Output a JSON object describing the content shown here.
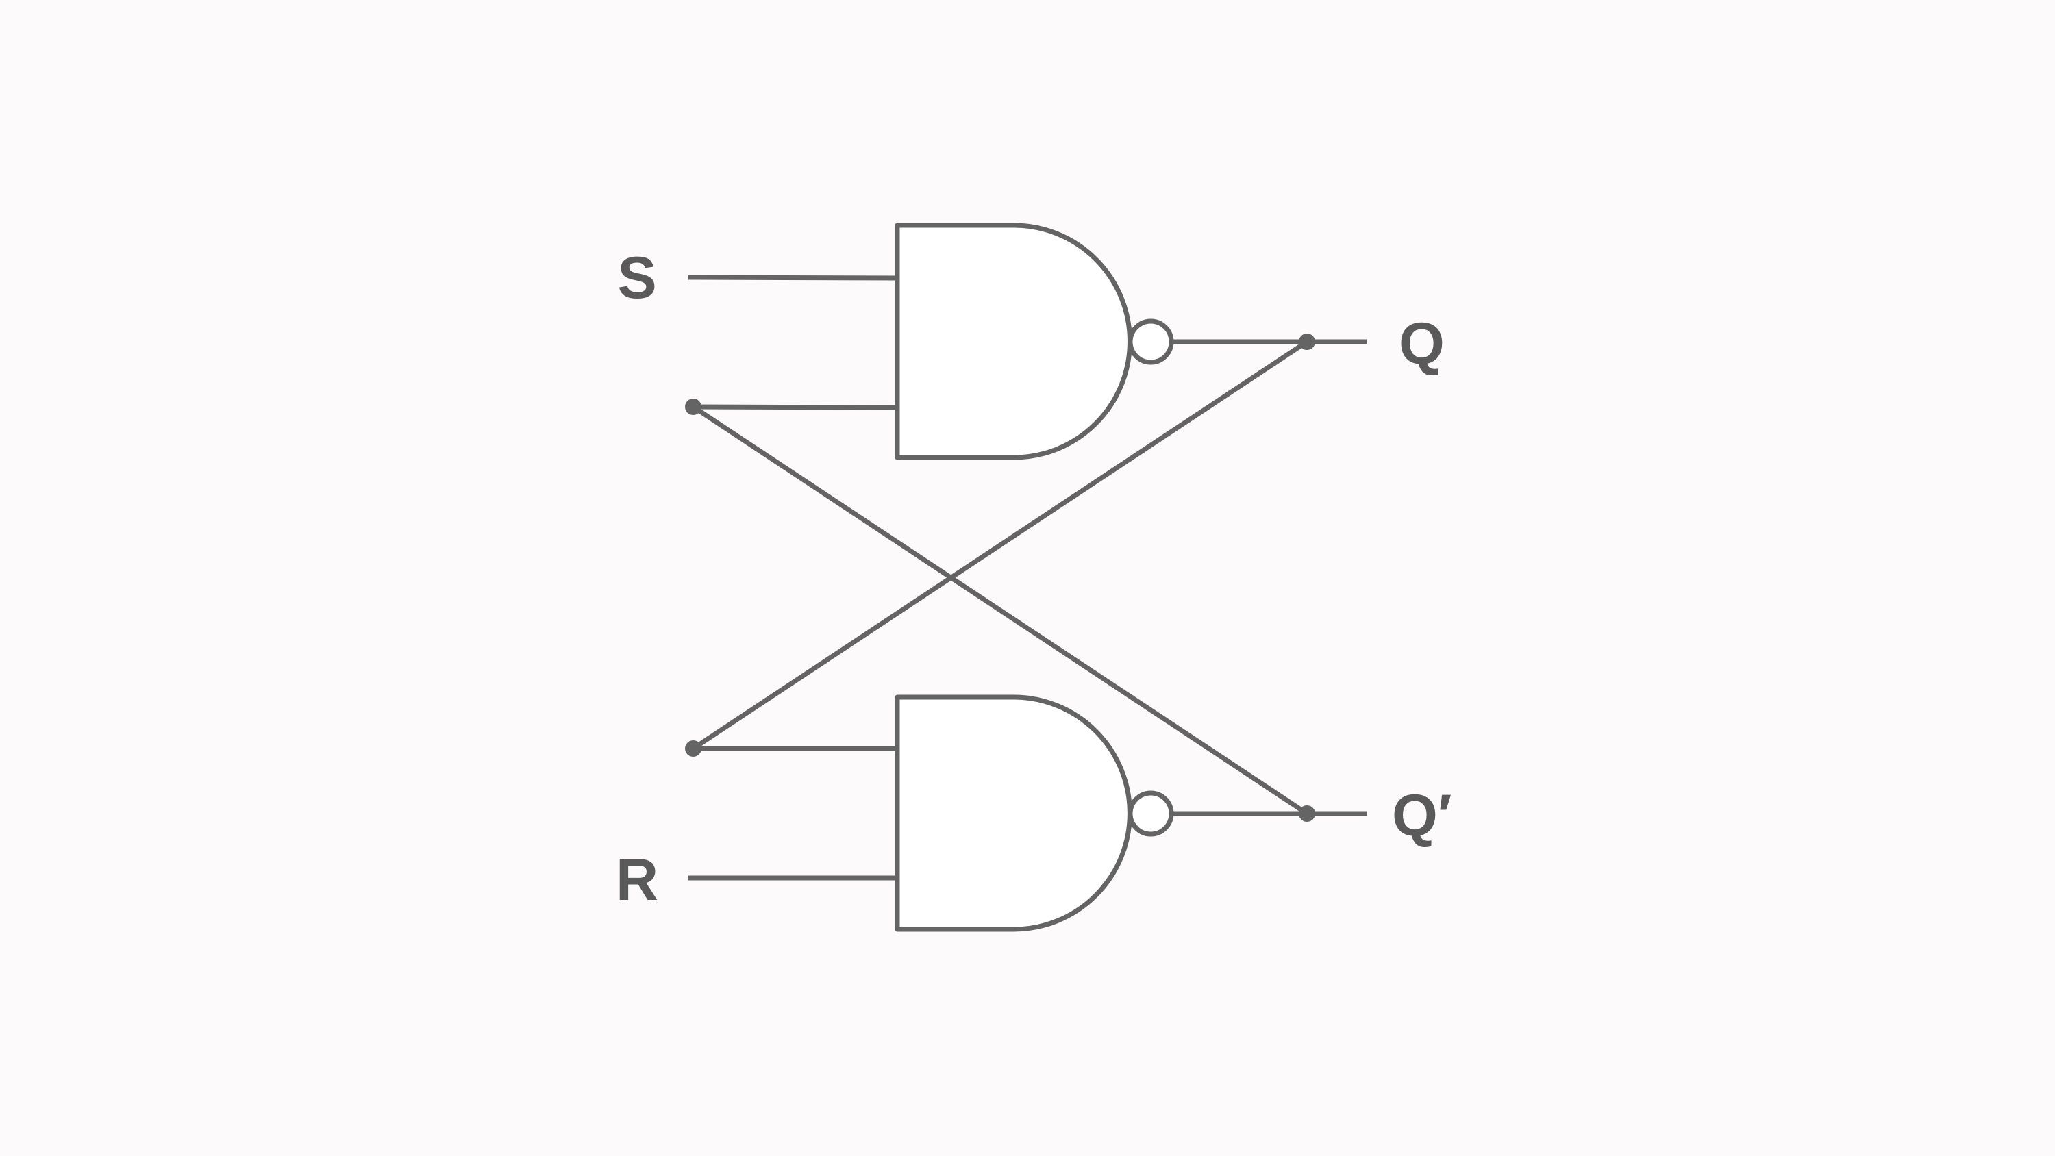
{
  "diagram": {
    "type": "SR latch (cross-coupled NAND gates)",
    "labels": {
      "s": "S",
      "r": "R",
      "q": "Q",
      "q_bar": "Q′"
    },
    "colors": {
      "stroke": "#646464",
      "label": "#5a5a5a",
      "background": "#fcfafa"
    }
  }
}
